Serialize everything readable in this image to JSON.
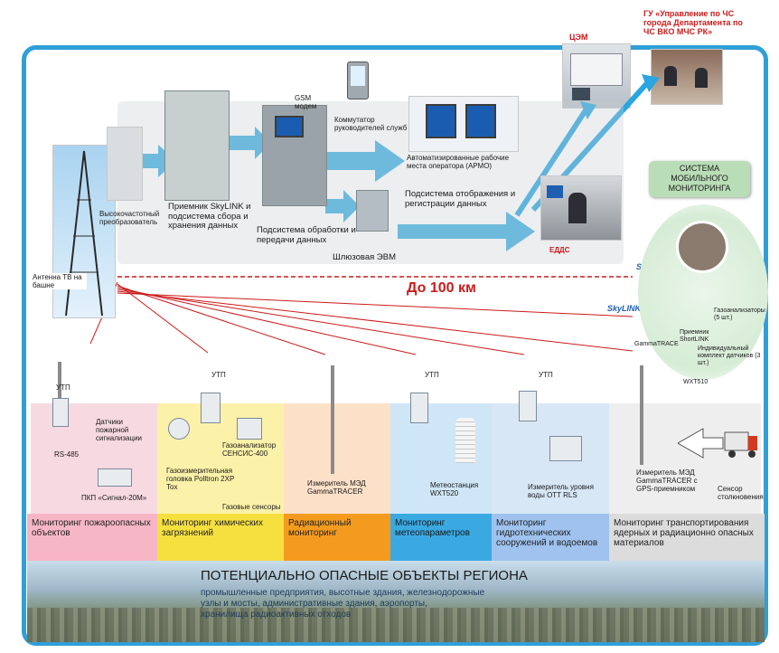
{
  "top": {
    "gu_title": "ГУ «Управление по ЧС города Департамента по ЧС ВКО МЧС РК»",
    "cem_label": "ЦЭМ"
  },
  "center": {
    "gsm_modem": "GSM модем",
    "commutator": "Коммутатор руководителей служб",
    "armo": "Автоматизированные рабочие места оператора (АРМО)",
    "display_subsystem": "Подсистема отображения и регистрации данных",
    "edds": "ЕДДС",
    "hf_converter": "Высокочастотный преобразователь",
    "skylink_receiver": "Приемник SkyLINK и подсистема сбора и хранения данных",
    "processing_subsystem": "Подсистема обработки и передачи данных",
    "gateway": "Шлюзовая ЭВМ",
    "antenna": "Антенна ТВ на башне",
    "distance": "До 100 км",
    "skylink_logo": "SkyLINK"
  },
  "mobile": {
    "title": "СИСТЕМА МОБИЛЬНОГО МОНИТОРИНГА",
    "gas_analyzers": "Газоанализаторы (5 шт.)",
    "gammatrace": "GammaTRACE",
    "receiver": "Приемник ShortLINK",
    "kit": "Индивидуальный комплект датчиков (3 шт.)",
    "wxt": "WXT510"
  },
  "sections": [
    {
      "utp": "УТП",
      "labels": [
        "Датчики пожарной сигнализации",
        "RS-485",
        "ПКП «Сигнал-20М»"
      ],
      "footer": "Мониторинг пожароопасных объектов"
    },
    {
      "utp": "УТП",
      "labels": [
        "Газоанализатор СЕНСИС-400",
        "Газоизмерительная головка Polltron 2XP Tox",
        "Газовые сенсоры"
      ],
      "footer": "Мониторинг химических загрязнений"
    },
    {
      "utp": "",
      "labels": [
        "Измеритель МЭД GammaTRACER"
      ],
      "footer": "Радиационный мониторинг"
    },
    {
      "utp": "УТП",
      "labels": [
        "Метеостанция WXT520"
      ],
      "footer": "Мониторинг метеопараметров"
    },
    {
      "utp": "УТП",
      "labels": [
        "Измеритель уровня воды OTT RLS"
      ],
      "footer": "Мониторинг гидротехнических сооружений и водоемов"
    },
    {
      "utp": "",
      "labels": [
        "Измеритель МЭД GammaTRACER с GPS-приемником",
        "Сенсор столкновения"
      ],
      "footer": "Мониторинг транспортирования ядерных и радиационно опасных материалов"
    }
  ],
  "bottom": {
    "title": "ПОТЕНЦИАЛЬНО ОПАСНЫЕ ОБЪЕКТЫ РЕГИОНА",
    "line1": "промышленные предприятия, высотные здания, железнодорожные",
    "line2": "узлы и мосты, административные здания, аэропорты,",
    "line3": "хранилища радиоактивных отходов"
  },
  "colors": {
    "frame": "#2f9fd8",
    "arrow": "#29a6e0",
    "distance": "#cc1a1a",
    "band1": "#f7d9e2",
    "band2": "#fbf1a8",
    "band3": "#fde0c8",
    "band4": "#cfe6f6",
    "band5": "#d7e7f5",
    "band6": "#eeeeee"
  }
}
